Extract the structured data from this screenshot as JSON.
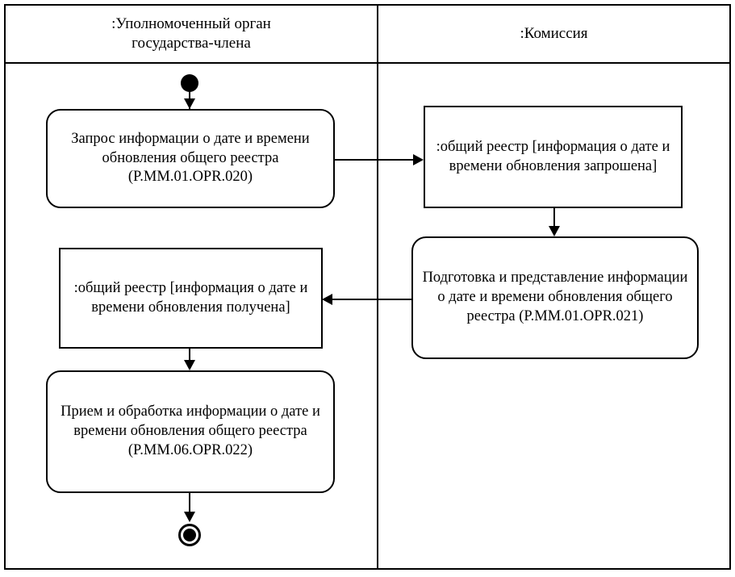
{
  "diagram": {
    "type": "uml-activity-diagram",
    "lanes": [
      {
        "id": "lane-member-state",
        "title": ":Уполномоченный орган\nгосударства-члена"
      },
      {
        "id": "lane-commission",
        "title": ":Комиссия"
      }
    ],
    "nodes": {
      "start": {
        "kind": "initial-node",
        "label": ""
      },
      "action_request": {
        "kind": "action",
        "lane": "lane-member-state",
        "label": "Запрос информации о дате и времени обновления общего реестра (P.MM.01.OPR.020)"
      },
      "object_requested": {
        "kind": "object",
        "lane": "lane-commission",
        "label": ":общий реестр [информация о дате и времени обновления запрошена]"
      },
      "action_prepare": {
        "kind": "action",
        "lane": "lane-commission",
        "label": "Подготовка и представление информации о дате и времени обновления общего реестра (P.MM.01.OPR.021)"
      },
      "object_received": {
        "kind": "object",
        "lane": "lane-member-state",
        "label": ":общий реестр [информация о дате и времени обновления получена]"
      },
      "action_process": {
        "kind": "action",
        "lane": "lane-member-state",
        "label": "Прием и обработка информации о дате и времени обновления общего реестра (P.MM.06.OPR.022)"
      },
      "end": {
        "kind": "final-node",
        "label": ""
      }
    },
    "colors": {
      "stroke": "#000000",
      "fill": "#ffffff"
    }
  }
}
